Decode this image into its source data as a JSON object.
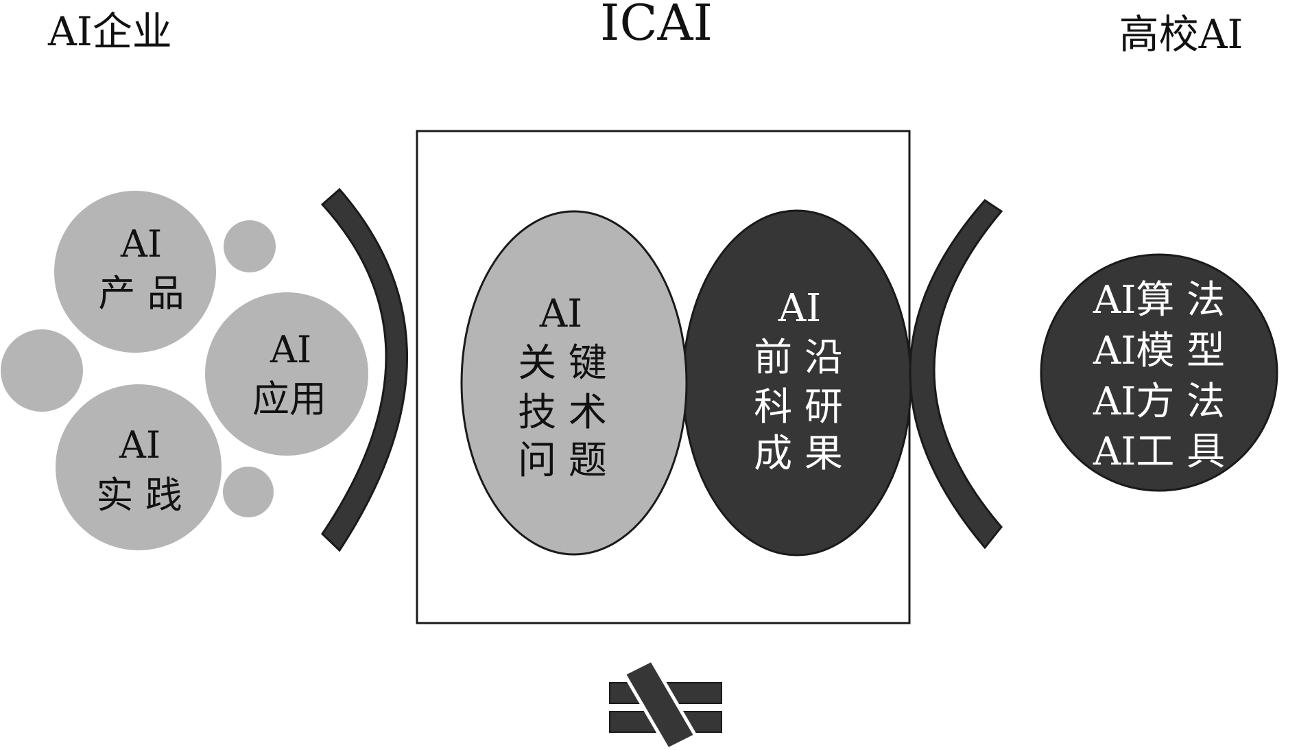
{
  "titles": {
    "left": "AI企业",
    "center": "ICAI",
    "right": "高校AI"
  },
  "enterprise": {
    "product": [
      "AI",
      "产 品"
    ],
    "application": [
      "AI",
      "应用"
    ],
    "practice": [
      "AI",
      "实 践"
    ]
  },
  "icai": {
    "key_problems": [
      "AI",
      "关 键",
      "技 术",
      "问 题"
    ],
    "frontier_research": [
      "AI",
      "前 沿",
      "科 研",
      "成 果"
    ]
  },
  "university": {
    "lines": [
      "AI算 法",
      "AI模 型",
      "AI方 法",
      "AI工 具"
    ]
  },
  "colors": {
    "light_gray": "#b5b5b5",
    "dark_gray": "#363636",
    "outline": "#1a1a1a",
    "text_dark": "#111111",
    "text_light": "#ffffff"
  }
}
